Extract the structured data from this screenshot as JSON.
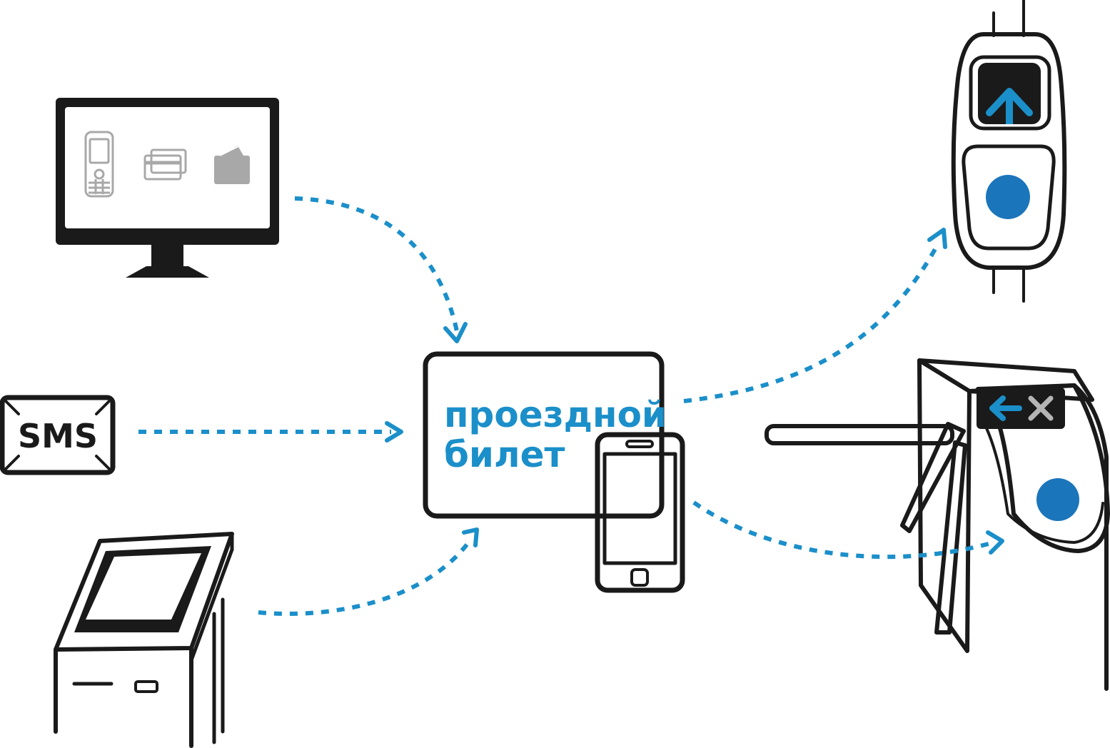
{
  "ticket": {
    "line1": "проездной",
    "line2": "билет"
  },
  "sms": {
    "label": "SMS"
  },
  "colors": {
    "accent": "#1b8fc9",
    "ink": "#1a1a1a",
    "grey_icon": "#a8a8a8"
  },
  "icons": [
    "monitor-icon",
    "mobile-phone-icon",
    "bank-cards-icon",
    "wallet-icon",
    "sms-envelope-icon",
    "payment-kiosk-icon",
    "travel-ticket-card",
    "smartphone-icon",
    "bus-validator-icon",
    "metro-turnstile-icon"
  ]
}
